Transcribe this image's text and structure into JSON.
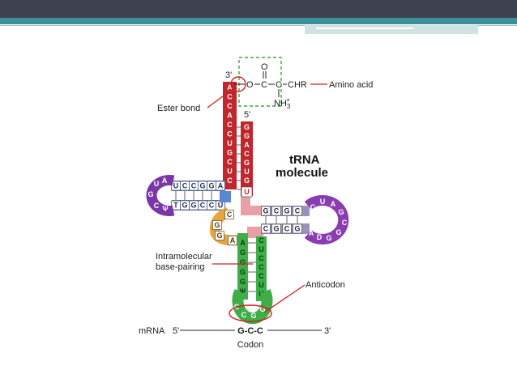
{
  "labels": {
    "three_prime_top": "3'",
    "five_prime_top": "5'",
    "ester_bond": "Ester bond",
    "amino_acid": "Amino acid",
    "trna_line1": "tRNA",
    "trna_line2": "molecule",
    "intramolecular_line1": "Intramolecular",
    "intramolecular_line2": "base-pairing",
    "anticodon": "Anticodon",
    "mrna": "mRNA",
    "mrna_five_prime": "5'",
    "mrna_three_prime": "3'",
    "codon_seq": "G-C-C",
    "codon": "Codon"
  },
  "chemistry": {
    "oxygen_bridge": "O",
    "carbonyl_c": "C",
    "carbonyl_o": "O",
    "alpha_c": "C",
    "side_group": "CHR",
    "amine": "NH",
    "amine_sub": "3",
    "amine_sup": "+"
  },
  "colors": {
    "acceptor": "#c0262c",
    "d_arm": "#5d86d0",
    "d_loop": "#7b36a8",
    "t_arm": "#9a92bd",
    "t_loop": "#8a3cb0",
    "anticodon_arm": "#3fae49",
    "anticodon_loop": "#2a7a35",
    "variable": "#e8a63a",
    "connector": "#e8a0a4",
    "ester_circle": "#d12020",
    "box_dash": "#3aa83a"
  },
  "sequences": {
    "acceptor_3prime": [
      "A",
      "C",
      "C",
      "A",
      "C",
      "C",
      "U",
      "G",
      "C",
      "U",
      "C"
    ],
    "acceptor_5prime": [
      "G",
      "G",
      "A",
      "C",
      "G",
      "U",
      "G",
      "U"
    ],
    "acceptor_5prime_end": "U",
    "d_arm_top": [
      "U",
      "C",
      "C",
      "G",
      "G",
      "A"
    ],
    "d_arm_bottom": [
      "T",
      "G",
      "G",
      "C",
      "C",
      "U"
    ],
    "d_loop": [
      "A",
      "U",
      "G",
      "C",
      "Ψ"
    ],
    "t_arm_top": [
      "G",
      "C",
      "G",
      "C"
    ],
    "t_arm_bottom": [
      "C",
      "G",
      "C",
      "G"
    ],
    "t_loop": [
      "C",
      "U",
      "A",
      "G",
      "C",
      "G",
      "G",
      "D",
      "A"
    ],
    "variable": [
      "C",
      "G",
      "G",
      "A"
    ],
    "anticodon_left": [
      "A",
      "G",
      "G",
      "G",
      "G",
      "Ψ"
    ],
    "anticodon_right": [
      "C",
      "U",
      "C",
      "C",
      "C",
      "U",
      "U"
    ],
    "anticodon_loop": [
      "C",
      "C",
      "G",
      "G"
    ]
  }
}
